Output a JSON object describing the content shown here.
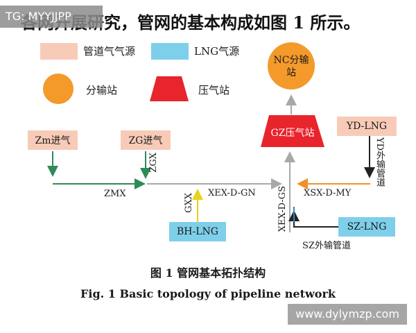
{
  "header_text": "各网开展研究，管网的基本构成如图 1 所示。",
  "watermark_top": "TG: MYYJJPP",
  "watermark_bottom": "www.dylymzp.com",
  "legend": {
    "pipeline_gas": "管道气气源",
    "lng_gas": "LNG气源",
    "distribution_station": "分输站",
    "compressor_station": "压气站"
  },
  "nodes": {
    "zm": "Zm进气",
    "zg": "ZG进气",
    "nc": "NC分输站",
    "gz": "GZ压气站",
    "yd": "YD-LNG",
    "bh": "BH-LNG",
    "sz": "SZ-LNG"
  },
  "pipes": {
    "zgx": "ZGX",
    "zmx": "ZMX",
    "gxx": "GXX",
    "xex_d_gn": "XEX-D-GN",
    "xex_d_gs": "XEX-D-GS",
    "xsx_d_my": "XSX-D-MY",
    "yd_pipe": "YD外输管道",
    "sz_pipe": "SZ外输管道"
  },
  "caption": {
    "cn": "图 1    管网基本拓扑结构",
    "en": "Fig. 1    Basic topology of pipeline network"
  },
  "colors": {
    "pipeline_gas_fill": "#f8cbb8",
    "lng_fill": "#7ecfe9",
    "station_orange": "#f39a2b",
    "compressor_red": "#e8242c",
    "green_line": "#2e8b57",
    "gray_line": "#a8a8a8",
    "orange_line": "#f0902a",
    "yellow_line": "#e8d21a",
    "blue_line": "#2a86c7",
    "dark_line": "#222222"
  }
}
